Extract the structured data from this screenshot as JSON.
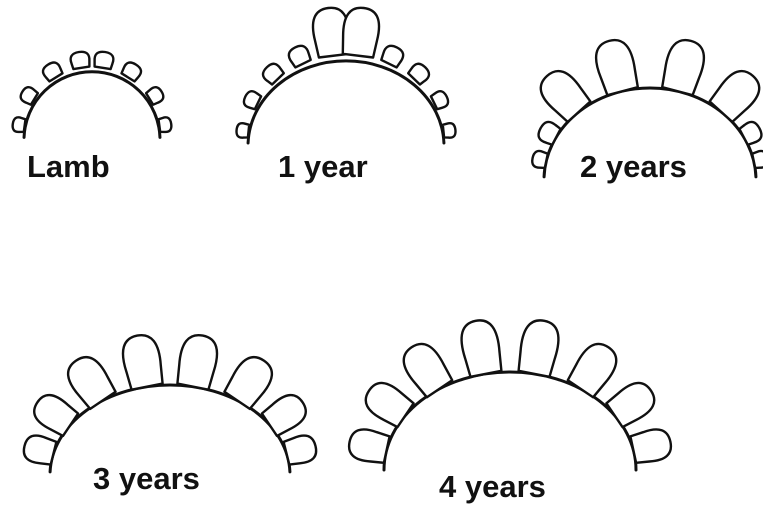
{
  "figure": {
    "panels": [
      {
        "id": "lamb",
        "label": "Lamb"
      },
      {
        "id": "one-year",
        "label": "1 year"
      },
      {
        "id": "two-years",
        "label": "2 years"
      },
      {
        "id": "three-years",
        "label": "3 years"
      },
      {
        "id": "four-years",
        "label": "4 years"
      }
    ]
  }
}
